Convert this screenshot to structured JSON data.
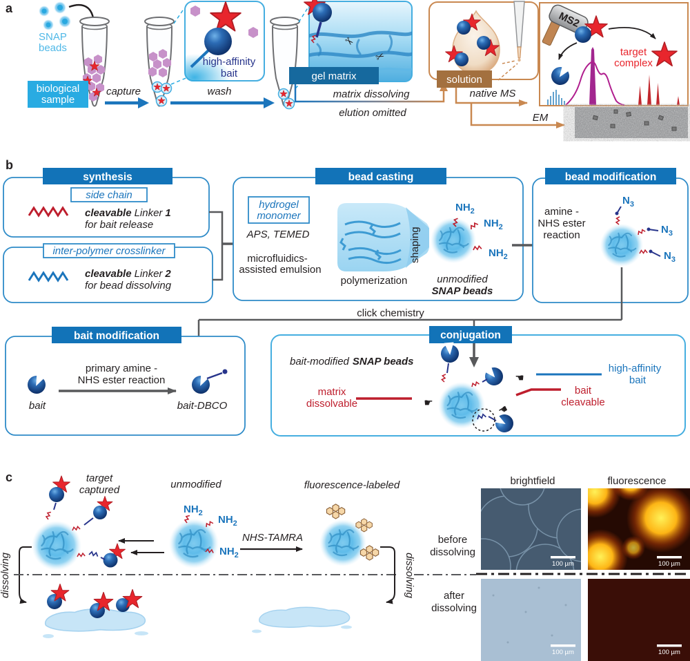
{
  "colors": {
    "primary_blue": "#1B75BC",
    "cyan_accent": "#29ABE2",
    "header_blue": "#1273B8",
    "gel_label_blue": "#16699E",
    "solution_brown": "#A3703F",
    "tan_accent": "#C98850",
    "linker_red": "#BE1E2D",
    "star_red": "#E8262D",
    "ms_magenta": "#B01E8E",
    "navy_text": "#27348B",
    "gray_line": "#58595B"
  },
  "shared": {
    "nh2_base": "NH",
    "nh2_sub": "2",
    "n3_base": "N",
    "n3_sub": "3"
  },
  "panel_a": {
    "label": "a",
    "snap_line1": "SNAP",
    "snap_line2": "beads",
    "bio_line1": "biological",
    "bio_line2": "sample",
    "capture": "capture",
    "wash": "wash",
    "ha_line1": "high-affinity",
    "ha_line2": "bait",
    "gel_matrix": "gel matrix",
    "matrix_dissolving": "matrix dissolving",
    "elution_omitted": "elution omitted",
    "solution": "solution",
    "native_ms": "native MS",
    "em": "EM",
    "ms2": "MS2",
    "target_line1": "target",
    "target_line2": "complex"
  },
  "panel_b": {
    "label": "b",
    "synthesis": "synthesis",
    "side_chain": "side chain",
    "linker1_w1": "cleavable",
    "linker1_w2": "Linker",
    "linker1_w3": "1",
    "linker1_desc": "for bait release",
    "inter_polymer": "inter-polymer crosslinker",
    "linker2_w1": "cleavable",
    "linker2_w2": "Linker",
    "linker2_w3": "2",
    "linker2_desc": "for bead dissolving",
    "bead_casting": "bead casting",
    "hydrogel_line1": "hydrogel",
    "hydrogel_line2": "monomer",
    "aps_temed": "APS, TEMED",
    "micro_line1": "microfluidics-",
    "micro_line2": "assisted emulsion",
    "polymerization": "polymerization",
    "shaping": "shaping",
    "unmod_line1": "unmodified",
    "unmod_line2": "SNAP beads",
    "bead_modification": "bead modification",
    "amine_line1": "amine -",
    "amine_line2": "NHS ester",
    "amine_line3": "reaction",
    "click_chemistry": "click chemistry",
    "bait_modification": "bait modification",
    "primary_line1": "primary amine -",
    "primary_line2": "NHS ester reaction",
    "bait": "bait",
    "bait_dbco": "bait-DBCO",
    "conjugation": "conjugation",
    "bm_italic": "bait-modified",
    "bm_bold": "SNAP beads",
    "matrix_line1": "matrix",
    "matrix_line2": "dissolvable",
    "ha_line1": "high-affinity",
    "ha_line2": "bait",
    "cleav_line1": "bait",
    "cleav_line2": "cleavable"
  },
  "panel_c": {
    "label": "c",
    "target_line1": "target",
    "target_line2": "captured",
    "unmodified": "unmodified",
    "fluorescence_labeled": "fluorescence-labeled",
    "nhs_tamra": "NHS-TAMRA",
    "dissolving_left": "dissolving",
    "dissolving_right": "dissolving",
    "before_line1": "before",
    "before_line2": "dissolving",
    "after_line1": "after",
    "after_line2": "dissolving",
    "brightfield": "brightfield",
    "fluorescence": "fluorescence",
    "scale_bar": "100 µm"
  }
}
